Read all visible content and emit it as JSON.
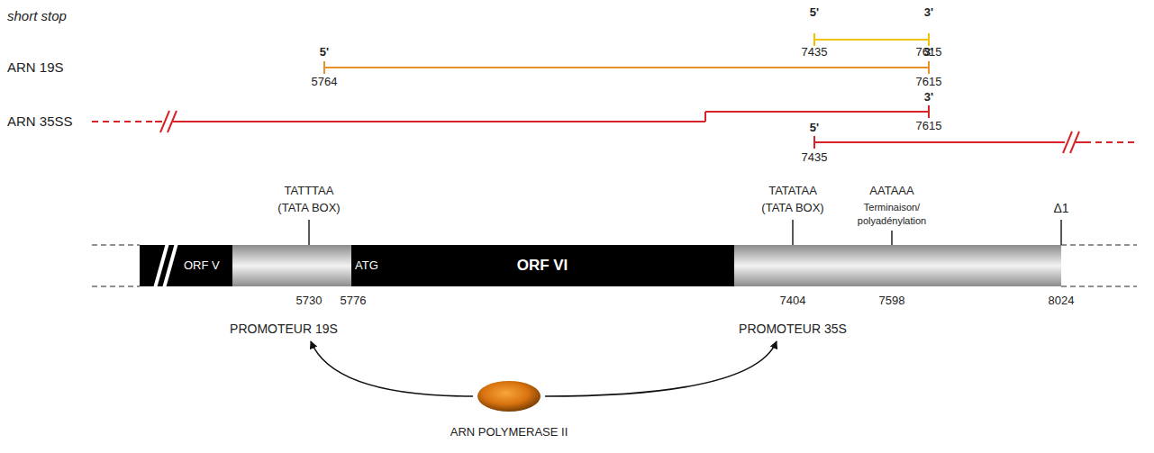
{
  "diagram": {
    "nodes": [
      {
        "text": [
          "ARN POLYMERASE II"
        ]
      },
      {
        "text": [
          "PROMOTEUR 19S"
        ]
      },
      {
        "text": [
          "PROMOTEUR 35S"
        ]
      }
    ],
    "edges": [
      {
        "from": 0,
        "to": 1,
        "arrow": "to"
      },
      {
        "from": 0,
        "to": 2,
        "arrow": "to"
      }
    ],
    "labels": [
      "short stop",
      "5'",
      "3'",
      "7435",
      "7615",
      "ARN 19S",
      "5'",
      "3'",
      "5764",
      "7615",
      "ARN 35SS",
      "3'",
      "7615",
      "5'",
      "7435",
      "TATTTAA",
      "(TATA BOX)",
      "TATATAA",
      "(TATA BOX)",
      "AATAAA",
      "Terminaison/",
      "polyadénylation",
      "Δ1",
      "ORF V",
      "ATG",
      "ORF VI",
      "5730",
      "5776",
      "7404",
      "7598",
      "8024"
    ]
  }
}
